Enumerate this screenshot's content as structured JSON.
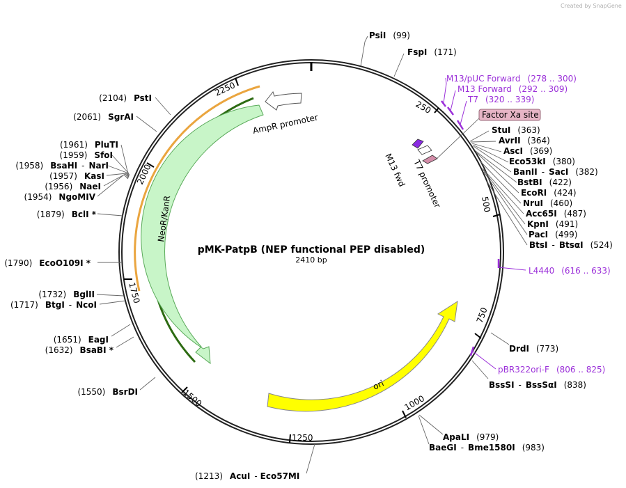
{
  "credit": "Created by SnapGene",
  "plasmid": {
    "name": "pMK-PatpB (NEP functional PEP disabled)",
    "length": "2410 bp"
  },
  "colors": {
    "primer": "#9b30d9",
    "factor_xa_fill": "#e7b5c6",
    "neo": "#c8f5c8",
    "ori": "#ffff00",
    "amp_promoter": "#ffffff",
    "m13fwd": "#8a2be2",
    "t7prom": "#d38ca8"
  },
  "ticks": [
    "250",
    "500",
    "750",
    "1000",
    "1250",
    "1500",
    "1750",
    "2000",
    "2250"
  ],
  "sites": [
    {
      "name": "PsiI",
      "pos": "(99)"
    },
    {
      "name": "FspI",
      "pos": "(171)"
    },
    {
      "name": "StuI",
      "pos": "(363)"
    },
    {
      "name": "AvrII",
      "pos": "(364)"
    },
    {
      "name": "AscI",
      "pos": "(369)"
    },
    {
      "name": "Eco53kI",
      "pos": "(380)"
    },
    {
      "name": "BanII",
      "name2": "SacI",
      "pos": "(382)"
    },
    {
      "name": "BstBI",
      "pos": "(422)"
    },
    {
      "name": "EcoRI",
      "pos": "(424)"
    },
    {
      "name": "NruI",
      "pos": "(460)"
    },
    {
      "name": "Acc65I",
      "pos": "(487)"
    },
    {
      "name": "KpnI",
      "pos": "(491)"
    },
    {
      "name": "PacI",
      "pos": "(499)"
    },
    {
      "name": "BtsI",
      "name2": "BtsαI",
      "pos": "(524)"
    },
    {
      "name": "DrdI",
      "pos": "(773)"
    },
    {
      "name": "BssSI",
      "name2": "BssSαI",
      "pos": "(838)"
    },
    {
      "name": "ApaLI",
      "pos": "(979)"
    },
    {
      "name": "BaeGI",
      "name2": "Bme1580I",
      "pos": "(983)"
    },
    {
      "name": "AcuI",
      "name2": "Eco57MI",
      "pos": "(1213)"
    },
    {
      "name": "BsrDI",
      "pos": "(1550)"
    },
    {
      "name": "BsaBI *",
      "pos": "(1632)"
    },
    {
      "name": "EagI",
      "pos": "(1651)"
    },
    {
      "name": "BtgI",
      "name2": "NcoI",
      "pos": "(1717)"
    },
    {
      "name": "BglII",
      "pos": "(1732)"
    },
    {
      "name": "EcoO109I *",
      "pos": "(1790)"
    },
    {
      "name": "BclI *",
      "pos": "(1879)"
    },
    {
      "name": "NgoMIV",
      "pos": "(1954)"
    },
    {
      "name": "NaeI",
      "pos": "(1956)"
    },
    {
      "name": "KasI",
      "pos": "(1957)"
    },
    {
      "name": "BsaHI",
      "name2": "NarI",
      "pos": "(1958)"
    },
    {
      "name": "SfoI",
      "pos": "(1959)"
    },
    {
      "name": "PluTI",
      "pos": "(1961)"
    },
    {
      "name": "SgrAI",
      "pos": "(2061)"
    },
    {
      "name": "PstI",
      "pos": "(2104)"
    }
  ],
  "primers": [
    {
      "name": "M13/pUC Forward",
      "range": "(278 .. 300)"
    },
    {
      "name": "M13 Forward",
      "range": "(292 .. 309)"
    },
    {
      "name": "T7",
      "range": "(320 .. 339)"
    },
    {
      "name": "L4440",
      "range": "(616 .. 633)"
    },
    {
      "name": "pBR322ori-F",
      "range": "(806 .. 825)"
    }
  ],
  "features": {
    "factor_xa": "Factor Xa site",
    "amp_promoter": "AmpR promoter",
    "neo": "NeoR/KanR",
    "ori": "ori",
    "m13fwd": "M13 fwd",
    "t7promoter": "T7 promoter"
  }
}
